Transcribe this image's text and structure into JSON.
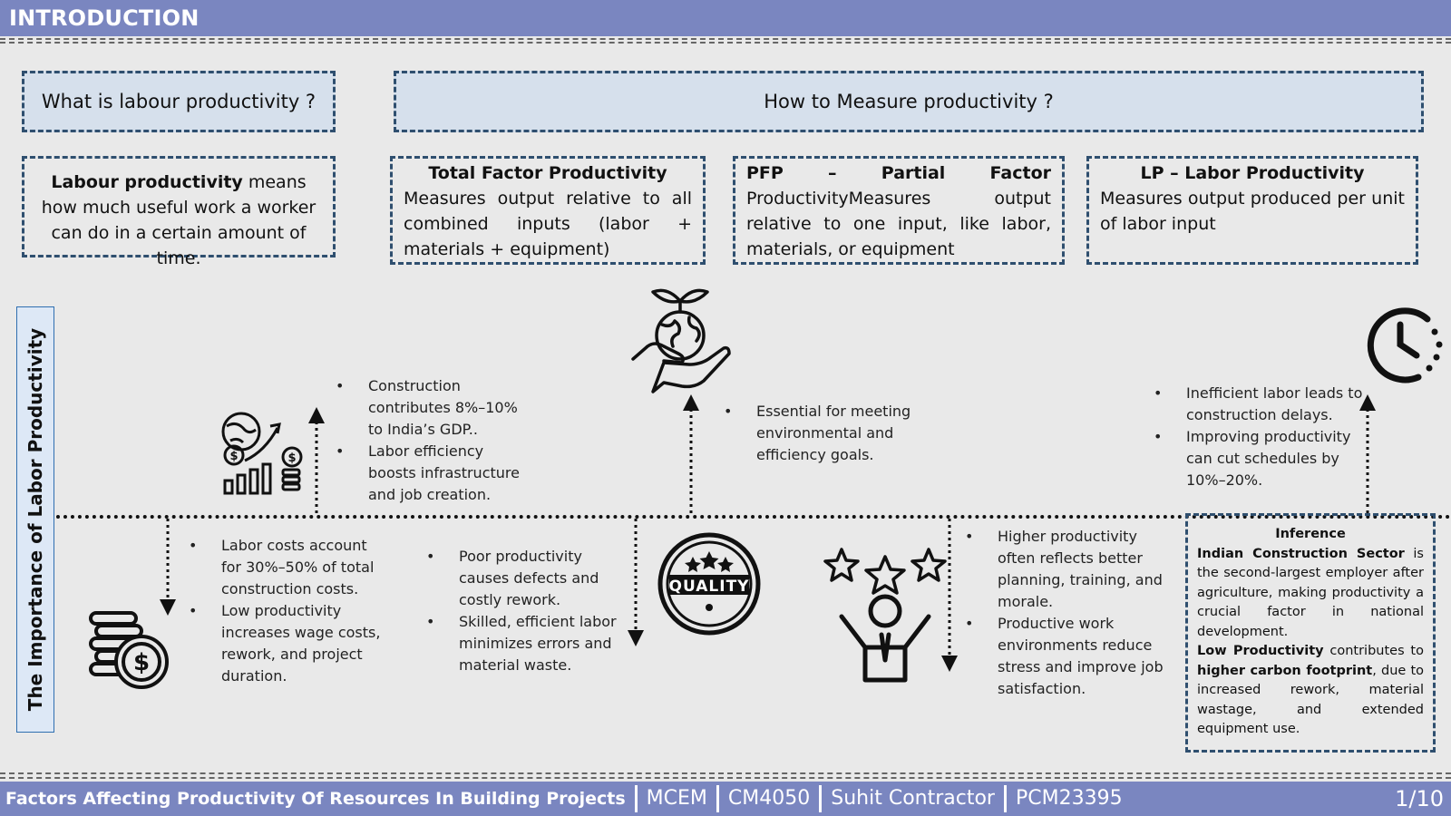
{
  "header": {
    "title": "INTRODUCTION"
  },
  "what": {
    "question": "What is labour productivity ?",
    "def_bold": "Labour productivity",
    "def_rest": " means how much useful work a worker can do in a certain amount of time."
  },
  "how": {
    "question": "How to Measure productivity ?"
  },
  "measures": [
    {
      "title": "Total Factor Productivity",
      "text": "Measures output relative to all combined inputs (labor + materials + equipment)"
    },
    {
      "title": "PFP – Partial Factor",
      "text": "ProductivityMeasures output relative to one input, like labor, materials, or equipment"
    },
    {
      "title": "LP – Labor Productivity",
      "text": "Measures output produced per unit of labor input"
    }
  ],
  "side_label": "The Importance of Labor Productivity",
  "points": {
    "gdp": [
      "Construction contributes 8%–10% to India’s GDP..",
      "Labor efficiency boosts infrastructure and job creation."
    ],
    "env": [
      "Essential for meeting environmental and efficiency goals."
    ],
    "delay": [
      "Inefficient labor leads to construction delays.",
      "Improving productivity can cut schedules by 10%–20%."
    ],
    "cost": [
      "Labor costs account for 30%–50% of total construction costs.",
      "Low productivity increases wage costs, rework, and project duration."
    ],
    "quality": [
      "Poor productivity causes defects and costly rework.",
      "Skilled, efficient labor minimizes errors and material waste."
    ],
    "morale": [
      "Higher productivity often reflects better planning, training, and morale.",
      "Productive work environments reduce stress and improve job satisfaction."
    ]
  },
  "inference": {
    "title": "Inference",
    "p1_bold": "Indian Construction Sector",
    "p1_rest": " is the second-largest employer after agriculture, making productivity a crucial factor in national development.",
    "p2_bold1": "Low Productivity",
    "p2_mid": " contributes to ",
    "p2_bold2": "higher carbon footprint",
    "p2_rest": ", due to increased rework, material wastage, and extended equipment use."
  },
  "quality_badge": "QUALITY",
  "icons": [
    "globe-growth-money-icon",
    "earth-in-hand-icon",
    "clock-icon",
    "coins-dollar-icon",
    "quality-badge-icon",
    "stars-person-icon"
  ],
  "footer": {
    "project": "Factors Affecting Productivity Of Resources In Building Projects",
    "program": "MCEM",
    "course": "CM4050",
    "author": "Suhit Contractor",
    "id": "PCM23395",
    "page": "1/10"
  }
}
